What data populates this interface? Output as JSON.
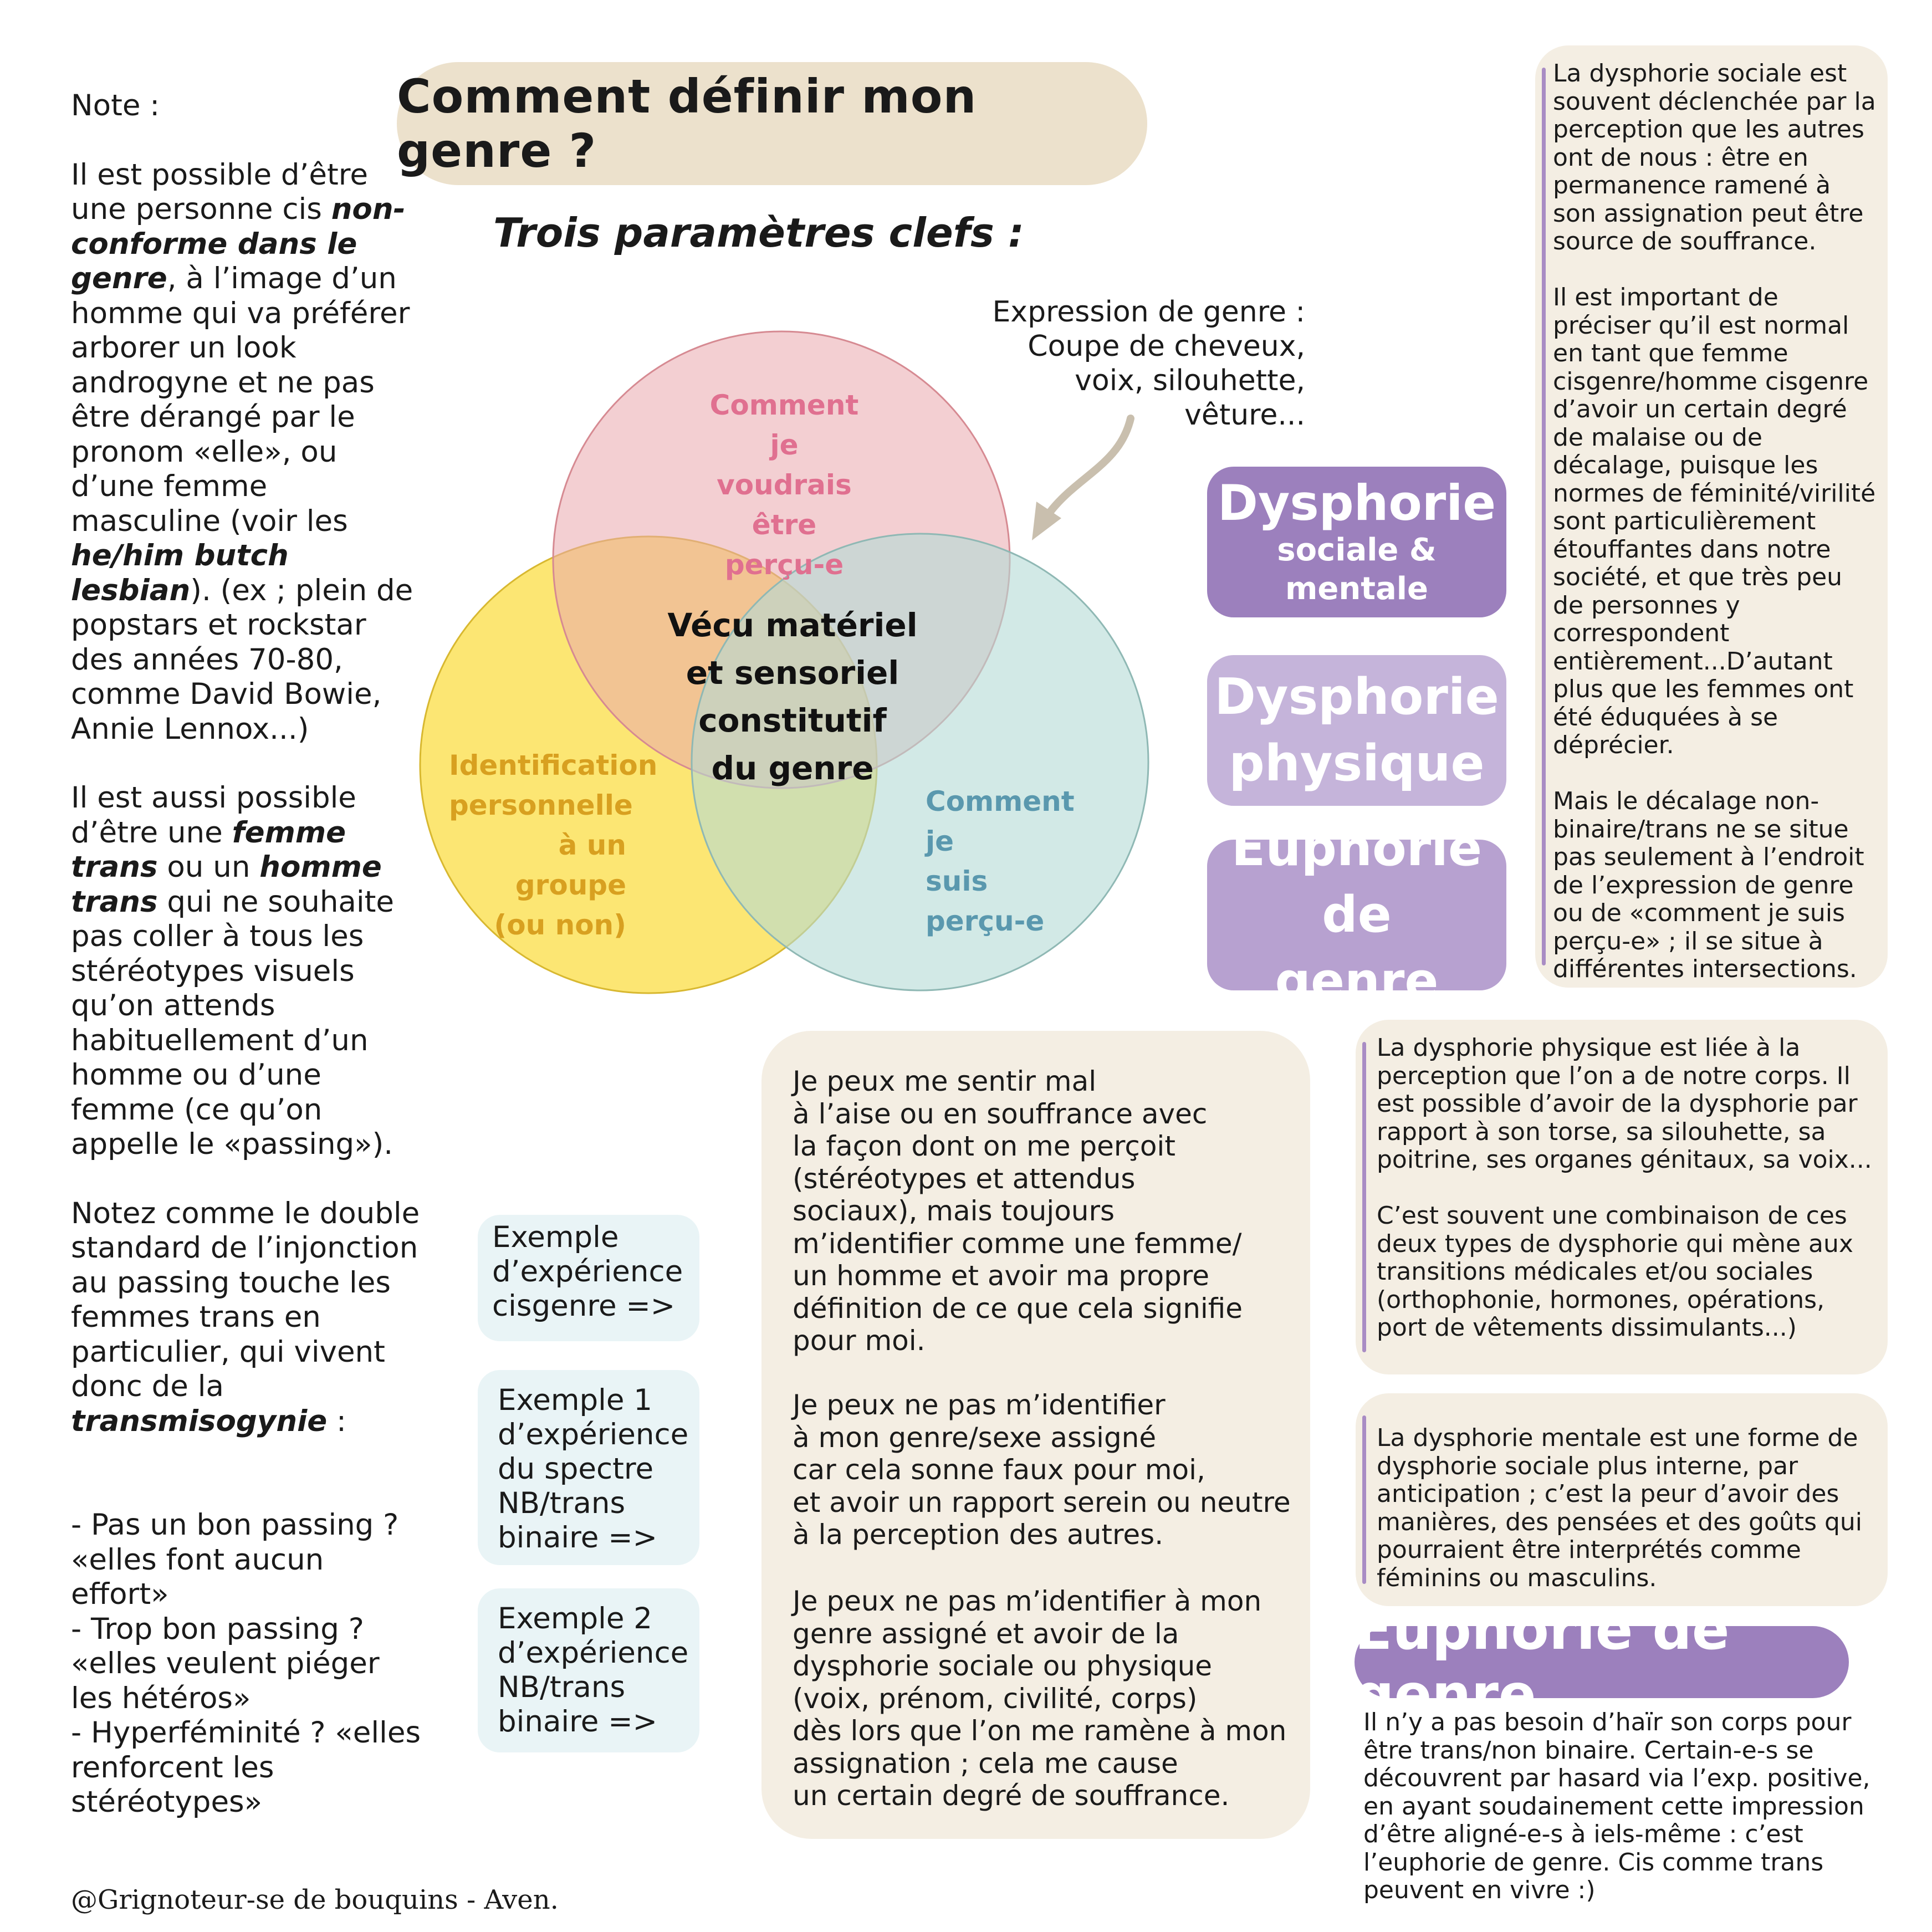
{
  "title": "Comment définir mon genre ?",
  "subtitle": "Trois paramètres clefs :",
  "note": {
    "heading": "Note :",
    "p1_a": "Il est possible d’être une personne cis ",
    "p1_b": "non-conforme dans le genre",
    "p1_c": ", à l’image d’un homme qui va préférer arborer un look androgyne et ne pas être dérangé par le pronom «elle», ou d’une femme masculine (voir les ",
    "p1_d": "he/him butch lesbian",
    "p1_e": "). (ex ; plein de popstars et rockstar des années 70-80, comme David Bowie, Annie Lennox...)",
    "p2_a": "Il est aussi possible d’être une ",
    "p2_b": "femme trans",
    "p2_c": " ou un ",
    "p2_d": "homme trans",
    "p2_e": " qui ne souhaite pas coller à tous les stéréotypes visuels qu’on attends habituellement d’un homme ou d’une femme (ce qu’on appelle le «passing»).",
    "p3_a": "Notez comme le double standard de l’injonction au passing touche les femmes trans en particulier, qui vivent donc de la ",
    "p3_b": "transmisogynie",
    "p3_c": " :",
    "list": "- Pas un bon passing ?\n«elles font aucun effort»\n- Trop bon passing ?\n«elles veulent piéger les hétéros»\n- Hyperféminité ? «elles renforcent les stéréotypes»"
  },
  "expression": "Expression de genre :\nCoupe de cheveux,\nvoix, silouhette,\nvêture...",
  "venn": {
    "top": "Comment je\nvoudrais\nêtre perçu-e",
    "left": "Identification\npersonnelle\nà un groupe\n(ou non)",
    "right": "Comment je\nsuis\nperçu-e",
    "center": "Vécu matériel\net sensoriel\nconstitutif\ndu genre",
    "colors": {
      "top": "#e07090",
      "left": "#d8a020",
      "right": "#5a98ae"
    }
  },
  "boxes": {
    "dysphorie_sociale_1": "Dysphorie",
    "dysphorie_sociale_2": "sociale & mentale",
    "dysphorie_physique": "Dysphorie\nphysique",
    "euphorie": "Euphorie de\ngenre"
  },
  "right_top": "La dysphorie sociale est souvent déclenchée par la perception que les autres ont de nous : être en permanence ramené à son assignation peut être source de souffrance.\n\nIl est important de préciser qu’il est normal en tant que femme cisgenre/homme cisgenre d’avoir un certain degré de malaise ou de décalage, puisque les normes de féminité/virilité sont particulièrement étouffantes dans notre société, et que très peu de personnes y correspondent entièrement...D’autant plus que les femmes ont été éduquées à se déprécier.\n\nMais le décalage non-binaire/trans ne se situe pas seulement à l’endroit de l’expression de genre ou de «comment je suis perçu-e» ; il se situe à différentes intersections.",
  "right_mid": "La dysphorie physique est liée à la perception que l’on a de notre corps. Il est possible d’avoir de la dysphorie par rapport à son torse, sa silouhette, sa poitrine, ses organes génitaux, sa voix...\n\nC’est souvent une combinaison de ces deux types de dysphorie qui mène aux transitions médicales et/ou sociales (orthophonie, hormones, opérations, port de vêtements dissimulants...)",
  "right_low": "La dysphorie mentale est une forme de dysphorie sociale plus interne, par anticipation ; c’est la peur d’avoir des manières, des pensées et des goûts qui pourraient être interprétés comme féminins ou masculins.",
  "euphorie_title": "Euphorie de genre",
  "euphorie_text": "Il n’y a pas besoin d’haïr son corps pour être trans/non binaire. Certain-e-s se découvrent par hasard via l’exp. positive, en ayant soudainement cette impression d’être aligné-e-s à iels-même : c’est l’euphorie de genre. Cis comme trans peuvent en vivre :)",
  "examples": {
    "cis": "Exemple\nd’expérience\ncisgenre =>",
    "nb1": "Exemple 1\nd’expérience\ndu spectre\nNB/trans\nbinaire =>",
    "nb2": "Exemple 2\nd’expérience\nNB/trans\nbinaire =>"
  },
  "middle": {
    "p1": "Je peux me sentir mal\nà l’aise ou en souffrance avec\nla façon dont on me perçoit\n(stéréotypes et attendus\nsociaux), mais toujours\nm’identifier comme une femme/\nun homme et avoir ma propre\ndéfinition de ce que cela signifie\npour moi.",
    "p2": "Je peux ne pas m’identifier\nà mon genre/sexe assigné\ncar cela sonne faux pour moi,\net avoir un rapport serein ou neutre\nà la perception des autres.",
    "p3": "Je peux ne pas m’identifier à mon\ngenre assigné et avoir de la\ndysphorie sociale ou physique\n(voix, prénom, civilité, corps)\ndès lors que l’on me ramène à mon\nassignation ; cela me cause\nun certain degré de souffrance."
  },
  "credit": "@Grignoteur-se de bouquins - Aven."
}
